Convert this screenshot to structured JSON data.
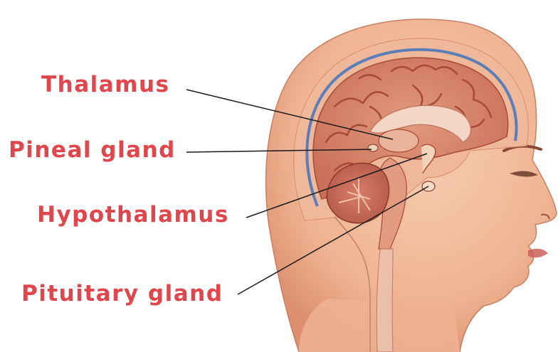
{
  "labels": {
    "thalamus": "Thalamus",
    "pineal_gland": "Pineal gland",
    "hypothalamus": "Hypothalamus",
    "pituitary_gland": "Pituitary gland"
  },
  "colors": {
    "label_text": "#e0474c",
    "leader_line": "#1a1a1a",
    "skin": "#f2b89a",
    "skin_shadow": "#d98a6a",
    "brain": "#d9836a",
    "brain_fold": "#a84a38",
    "meninges_blue": "#5a7fb8",
    "corpus_callosum": "#f3d7c4",
    "cerebellum": "#c9655a",
    "spinal_cord": "#ecc0a8"
  },
  "icons": {
    "head": "head-sagittal-illustration"
  }
}
